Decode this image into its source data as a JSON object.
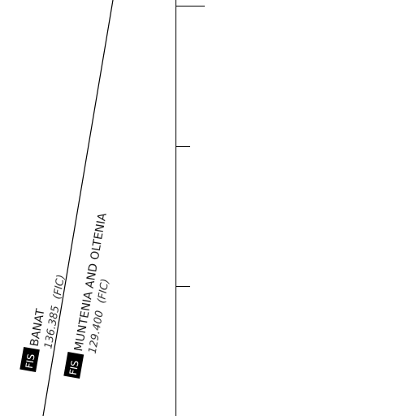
{
  "sectors": [
    {
      "badge": "FIS",
      "name": "BANAT",
      "frequency": "136.385",
      "unit": "(FIC)"
    },
    {
      "badge": "FIS",
      "name": "MUNTENIA AND OLTENIA",
      "frequency": "129.400",
      "unit": "(FIC)"
    }
  ],
  "colors": {
    "line": "#000000",
    "badge_bg": "#000000",
    "badge_text": "#ffffff",
    "background": "#ffffff"
  }
}
